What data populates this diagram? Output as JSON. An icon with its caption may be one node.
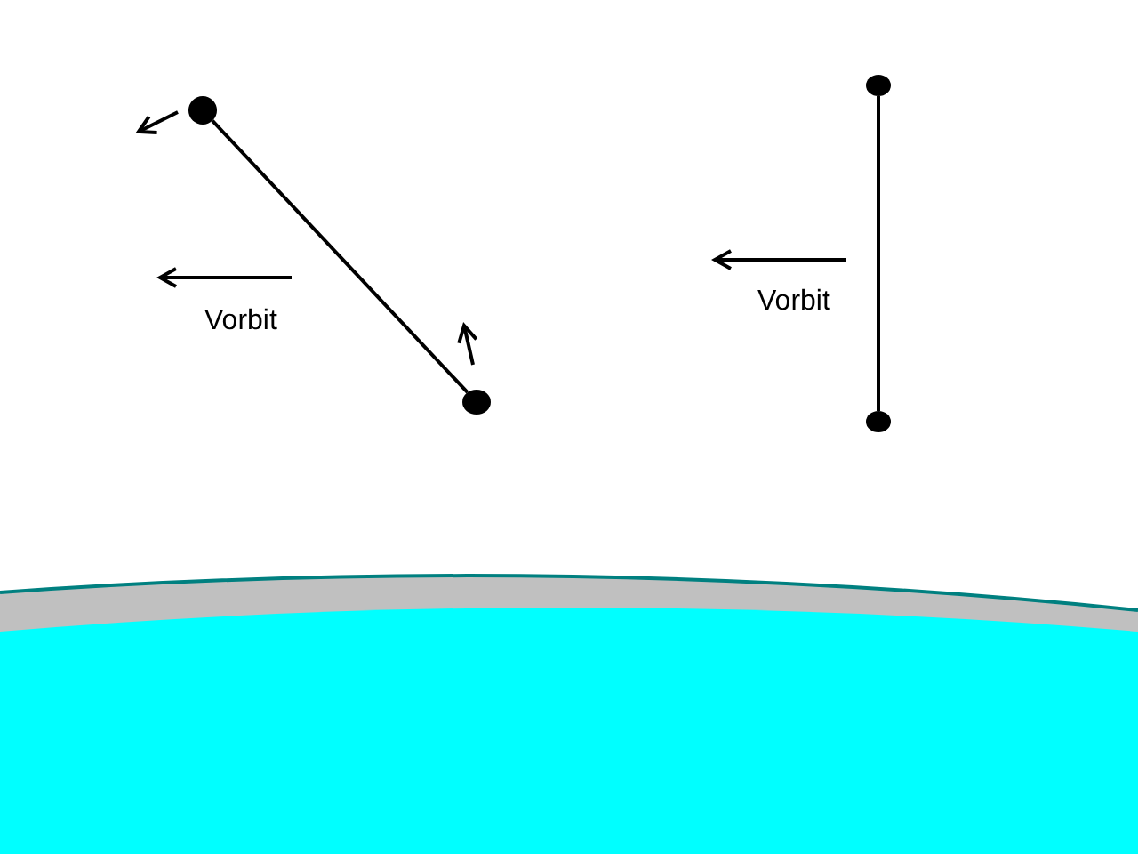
{
  "diagram": {
    "nodes": [
      {
        "text": [],
        "shape": "circle"
      },
      {
        "text": [],
        "shape": "circle"
      },
      {
        "text": [],
        "shape": "circle"
      },
      {
        "text": [],
        "shape": "circle"
      }
    ],
    "edges": [
      {
        "from": 0,
        "to": 1,
        "arrow": "none"
      },
      {
        "from": 2,
        "to": 3,
        "arrow": "none"
      }
    ],
    "labels": [
      "Vorbit",
      "Vorbit"
    ]
  }
}
